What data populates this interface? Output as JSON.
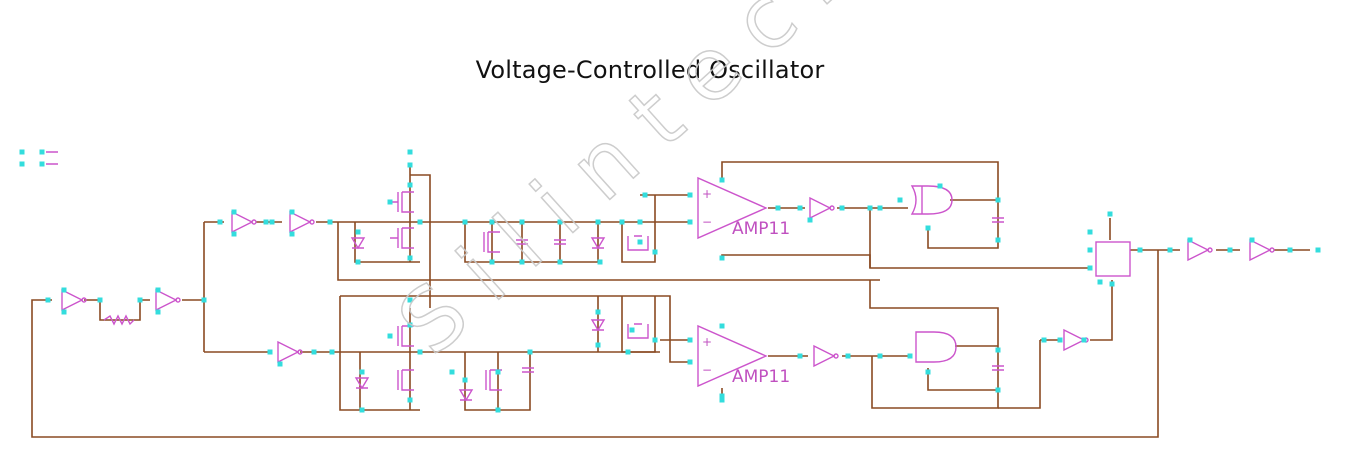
{
  "title": "Voltage-Controlled Oscillator",
  "amplifiers": [
    {
      "label": "AMP11"
    },
    {
      "label": "AMP11"
    }
  ],
  "watermark": "Silintech",
  "colors": {
    "wire": "#8a4a22",
    "component": "#cc55cc",
    "pin": "#33dddd",
    "background": "#ffffff"
  }
}
